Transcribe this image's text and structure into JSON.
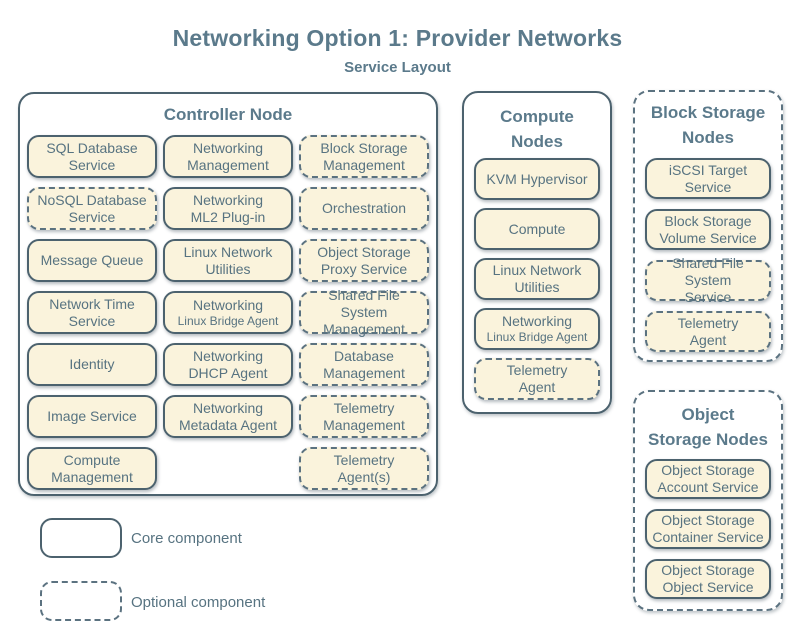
{
  "title": "Networking Option 1: Provider Networks",
  "subtitle": "Service Layout",
  "colors": {
    "background": "#ffffff",
    "box_fill": "#faf3dc",
    "line": "#4c626e",
    "line_dashed": "#5b7280",
    "text": "#577381",
    "heading": "#5b7a8b"
  },
  "controller": {
    "title": "Controller Node",
    "columns": [
      [
        {
          "id": "sql-database-service",
          "lines": [
            "SQL Database",
            "Service"
          ],
          "style": "core"
        },
        {
          "id": "nosql-database-service",
          "lines": [
            "NoSQL Database",
            "Service"
          ],
          "style": "optional"
        },
        {
          "id": "message-queue",
          "lines": [
            "Message Queue"
          ],
          "style": "core"
        },
        {
          "id": "network-time-service",
          "lines": [
            "Network Time",
            "Service"
          ],
          "style": "core"
        },
        {
          "id": "identity",
          "lines": [
            "Identity"
          ],
          "style": "core"
        },
        {
          "id": "image-service",
          "lines": [
            "Image Service"
          ],
          "style": "core"
        },
        {
          "id": "compute-management",
          "lines": [
            "Compute",
            "Management"
          ],
          "style": "core"
        }
      ],
      [
        {
          "id": "networking-management",
          "lines": [
            "Networking",
            "Management"
          ],
          "style": "core"
        },
        {
          "id": "networking-ml2-plug-in",
          "lines": [
            "Networking",
            "ML2 Plug-in"
          ],
          "style": "core"
        },
        {
          "id": "linux-network-utilities",
          "lines": [
            "Linux Network",
            "Utilities"
          ],
          "style": "core"
        },
        {
          "id": "networking-linux-bridge-agent",
          "lines": [
            "Networking",
            "Linux Bridge Agent"
          ],
          "style": "core",
          "small_line2": true
        },
        {
          "id": "networking-dhcp-agent",
          "lines": [
            "Networking",
            "DHCP Agent"
          ],
          "style": "core"
        },
        {
          "id": "networking-metadata-agent",
          "lines": [
            "Networking",
            "Metadata Agent"
          ],
          "style": "core"
        }
      ],
      [
        {
          "id": "block-storage-management",
          "lines": [
            "Block Storage",
            "Management"
          ],
          "style": "optional"
        },
        {
          "id": "orchestration",
          "lines": [
            "Orchestration"
          ],
          "style": "optional"
        },
        {
          "id": "object-storage-proxy-service",
          "lines": [
            "Object Storage",
            "Proxy Service"
          ],
          "style": "optional"
        },
        {
          "id": "shared-file-system-management",
          "lines": [
            "Shared File System",
            "Management"
          ],
          "style": "optional"
        },
        {
          "id": "database-management",
          "lines": [
            "Database",
            "Management"
          ],
          "style": "optional"
        },
        {
          "id": "telemetry-management",
          "lines": [
            "Telemetry",
            "Management"
          ],
          "style": "optional"
        },
        {
          "id": "telemetry-agents",
          "lines": [
            "Telemetry",
            "Agent(s)"
          ],
          "style": "optional"
        }
      ]
    ]
  },
  "compute_nodes": {
    "title_line1": "Compute",
    "title_line2": "Nodes",
    "items": [
      {
        "id": "kvm-hypervisor",
        "lines": [
          "KVM Hypervisor"
        ],
        "style": "core"
      },
      {
        "id": "compute",
        "lines": [
          "Compute"
        ],
        "style": "core"
      },
      {
        "id": "linux-network-utilities",
        "lines": [
          "Linux Network",
          "Utilities"
        ],
        "style": "core"
      },
      {
        "id": "networking-linux-bridge-agent",
        "lines": [
          "Networking",
          "Linux Bridge Agent"
        ],
        "style": "core",
        "small_line2": true
      },
      {
        "id": "telemetry-agent",
        "lines": [
          "Telemetry",
          "Agent"
        ],
        "style": "optional"
      }
    ]
  },
  "block_storage_nodes": {
    "title_line1": "Block Storage",
    "title_line2": "Nodes",
    "items": [
      {
        "id": "iscsi-target-service",
        "lines": [
          "iSCSI Target",
          "Service"
        ],
        "style": "core"
      },
      {
        "id": "block-storage-volume-service",
        "lines": [
          "Block Storage",
          "Volume Service"
        ],
        "style": "core"
      },
      {
        "id": "shared-file-system-service",
        "lines": [
          "Shared File System",
          "Service"
        ],
        "style": "optional"
      },
      {
        "id": "telemetry-agent",
        "lines": [
          "Telemetry",
          "Agent"
        ],
        "style": "optional"
      }
    ]
  },
  "object_storage_nodes": {
    "title_line1": "Object",
    "title_line2": "Storage Nodes",
    "items": [
      {
        "id": "object-storage-account-service",
        "lines": [
          "Object Storage",
          "Account Service"
        ],
        "style": "core"
      },
      {
        "id": "object-storage-container-service",
        "lines": [
          "Object Storage",
          "Container Service"
        ],
        "style": "core"
      },
      {
        "id": "object-storage-object-service",
        "lines": [
          "Object Storage",
          "Object Service"
        ],
        "style": "core"
      }
    ]
  },
  "legend": {
    "core_label": "Core component",
    "optional_label": "Optional component"
  }
}
